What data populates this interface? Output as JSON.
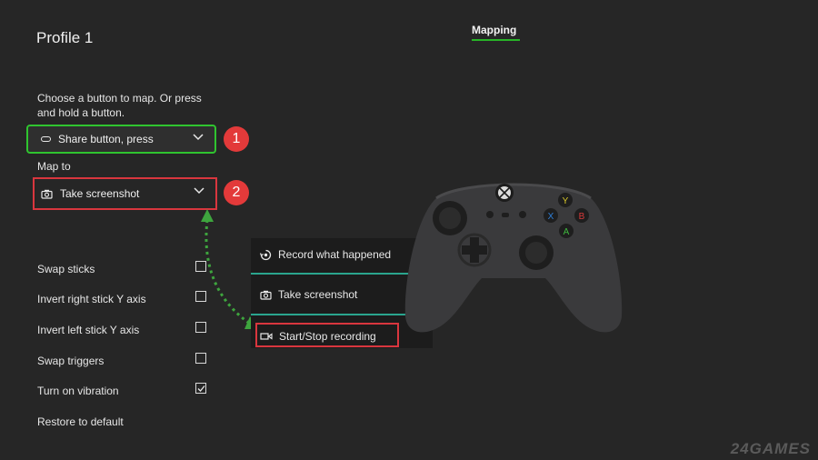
{
  "header": {
    "profile_title": "Profile 1",
    "active_tab": "Mapping"
  },
  "mapping": {
    "instruction": "Choose a button to map. Or press and hold a button.",
    "button_dropdown": {
      "value": "Share button, press",
      "icon": "share-button-icon"
    },
    "map_to_label": "Map to",
    "map_to_dropdown": {
      "value": "Take screenshot",
      "icon": "camera-icon"
    }
  },
  "annotations": {
    "badge_1": "1",
    "badge_2": "2"
  },
  "map_to_menu": {
    "items": [
      {
        "label": "Record what happened",
        "icon": "record-icon"
      },
      {
        "label": "Take screenshot",
        "icon": "camera-icon"
      },
      {
        "label": "Start/Stop recording",
        "icon": "video-icon"
      }
    ]
  },
  "options": [
    {
      "label": "Swap sticks",
      "checked": false
    },
    {
      "label": "Invert right stick Y axis",
      "checked": false
    },
    {
      "label": "Invert left stick Y axis",
      "checked": false
    },
    {
      "label": "Swap triggers",
      "checked": false
    },
    {
      "label": "Turn on vibration",
      "checked": true
    }
  ],
  "restore_label": "Restore to default",
  "controller": {
    "face_buttons": [
      "Y",
      "X",
      "B",
      "A"
    ]
  },
  "watermark": "24GAMES",
  "colors": {
    "focus_green": "#2fc42f",
    "callout_red": "#d9363e",
    "menu_accent": "#2aa58e"
  }
}
